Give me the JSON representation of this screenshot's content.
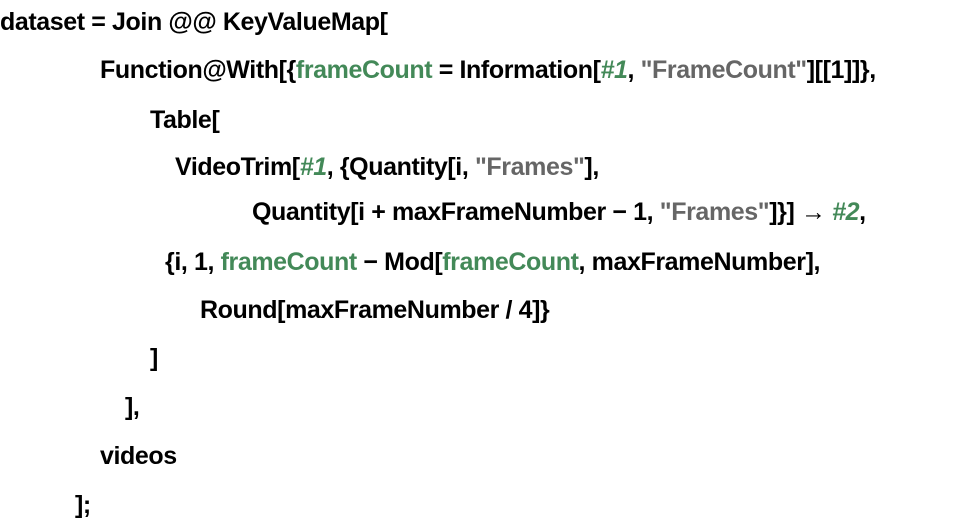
{
  "colors": {
    "local_variable": "#438958",
    "slot": "#438958",
    "string": "#666666",
    "default": "#000000"
  },
  "code_lines": [
    [
      {
        "t": "dataset = Join @@ KeyValueMap[",
        "c": ""
      }
    ],
    [
      {
        "t": "Function@With[{",
        "c": ""
      },
      {
        "t": "frameCount",
        "c": "var"
      },
      {
        "t": " = Information[",
        "c": ""
      },
      {
        "t": "#1",
        "c": "slot"
      },
      {
        "t": ", ",
        "c": ""
      },
      {
        "t": "\"FrameCount\"",
        "c": "str"
      },
      {
        "t": "][[1]]},",
        "c": ""
      }
    ],
    [
      {
        "t": "Table[",
        "c": ""
      }
    ],
    [
      {
        "t": "VideoTrim[",
        "c": ""
      },
      {
        "t": "#1",
        "c": "slot"
      },
      {
        "t": ", {Quantity[i, ",
        "c": ""
      },
      {
        "t": "\"Frames\"",
        "c": "str"
      },
      {
        "t": "],",
        "c": ""
      }
    ],
    [
      {
        "t": "Quantity[i + maxFrameNumber − 1, ",
        "c": ""
      },
      {
        "t": "\"Frames\"",
        "c": "str"
      },
      {
        "t": "]}] → ",
        "c": ""
      },
      {
        "t": "#2",
        "c": "slot"
      },
      {
        "t": ",",
        "c": ""
      }
    ],
    [
      {
        "t": "{i, 1, ",
        "c": ""
      },
      {
        "t": "frameCount",
        "c": "var"
      },
      {
        "t": " − Mod[",
        "c": ""
      },
      {
        "t": "frameCount",
        "c": "var"
      },
      {
        "t": ", maxFrameNumber],",
        "c": ""
      }
    ],
    [
      {
        "t": "Round[maxFrameNumber / 4]}",
        "c": ""
      }
    ],
    [
      {
        "t": "]",
        "c": ""
      }
    ],
    [
      {
        "t": "],",
        "c": ""
      }
    ],
    [
      {
        "t": "videos",
        "c": ""
      }
    ],
    [
      {
        "t": "];",
        "c": ""
      }
    ]
  ]
}
